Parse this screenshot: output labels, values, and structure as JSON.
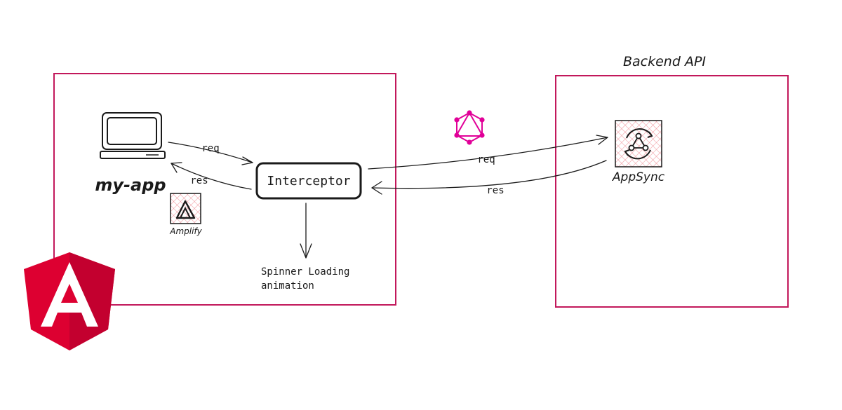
{
  "colors": {
    "frame": "#c2185b",
    "graphql": "#e10098",
    "angular_red": "#dd0031",
    "angular_dark": "#c3002f",
    "ink": "#1a1a1a",
    "hatch": "#f2a1a8"
  },
  "nodes": {
    "client_label": "my-app",
    "amplify_label": "Amplify",
    "interceptor_label": "Interceptor",
    "spinner_label_line1": "Spinner Loading",
    "spinner_label_line2": "animation",
    "backend_title": "Backend API",
    "appsync_label": "AppSync"
  },
  "edges": {
    "client_to_interceptor": "req",
    "interceptor_to_client": "res",
    "interceptor_to_appsync": "req",
    "appsync_to_interceptor": "res"
  },
  "icons": {
    "client": "computer-icon",
    "amplify": "amplify-icon",
    "graphql": "graphql-icon",
    "appsync": "appsync-icon",
    "angular": "angular-logo"
  }
}
